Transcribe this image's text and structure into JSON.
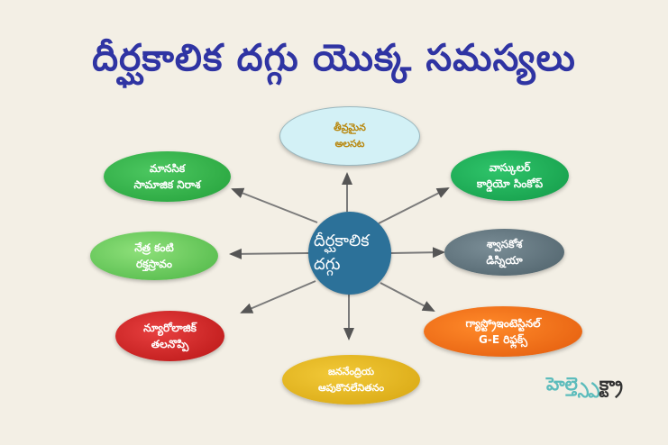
{
  "title": "దీర్ఘకాలిక దగ్గు యొక్క సమస్యలు",
  "center": {
    "line1": "దీర్ఘకాలిక",
    "line2": "దగ్గు",
    "color": "#2c7199"
  },
  "nodes": [
    {
      "id": "top",
      "line1": "తీవ్రమైన",
      "line2": "అలసట",
      "color": "#d3f1f6"
    },
    {
      "id": "top-left",
      "line1": "మానసిక",
      "line2": "సామాజిక నిరాశ",
      "color": "#34b04a"
    },
    {
      "id": "top-right",
      "line1": "వాస్కులర్",
      "line2": "కార్డియో సింకోప్",
      "color": "#1aa854"
    },
    {
      "id": "left",
      "line1": "నేత్ర కంటి",
      "line2": "రక్తస్రావం",
      "color": "#6bcd5c"
    },
    {
      "id": "right",
      "line1": "శ్వాసకోశ",
      "line2": "డిస్నియా",
      "color": "#5e717a"
    },
    {
      "id": "bottom-left",
      "line1": "న్యూరోలాజిక్",
      "line2": "తలనొప్పి",
      "color": "#d12a2a"
    },
    {
      "id": "bottom-right",
      "line1": "గ్యాస్ట్రోఇంటెస్టినల్",
      "line2": "G-E రిఫ్లక్స్",
      "color": "#f26f1a"
    },
    {
      "id": "bottom",
      "line1": "జననేంద్రియ",
      "line2": "ఆపుకొనలేనితనం",
      "color": "#e6b722"
    }
  ],
  "logo": {
    "part1": "హెల్త్",
    "part2": "స్పెక్ట్రా"
  }
}
